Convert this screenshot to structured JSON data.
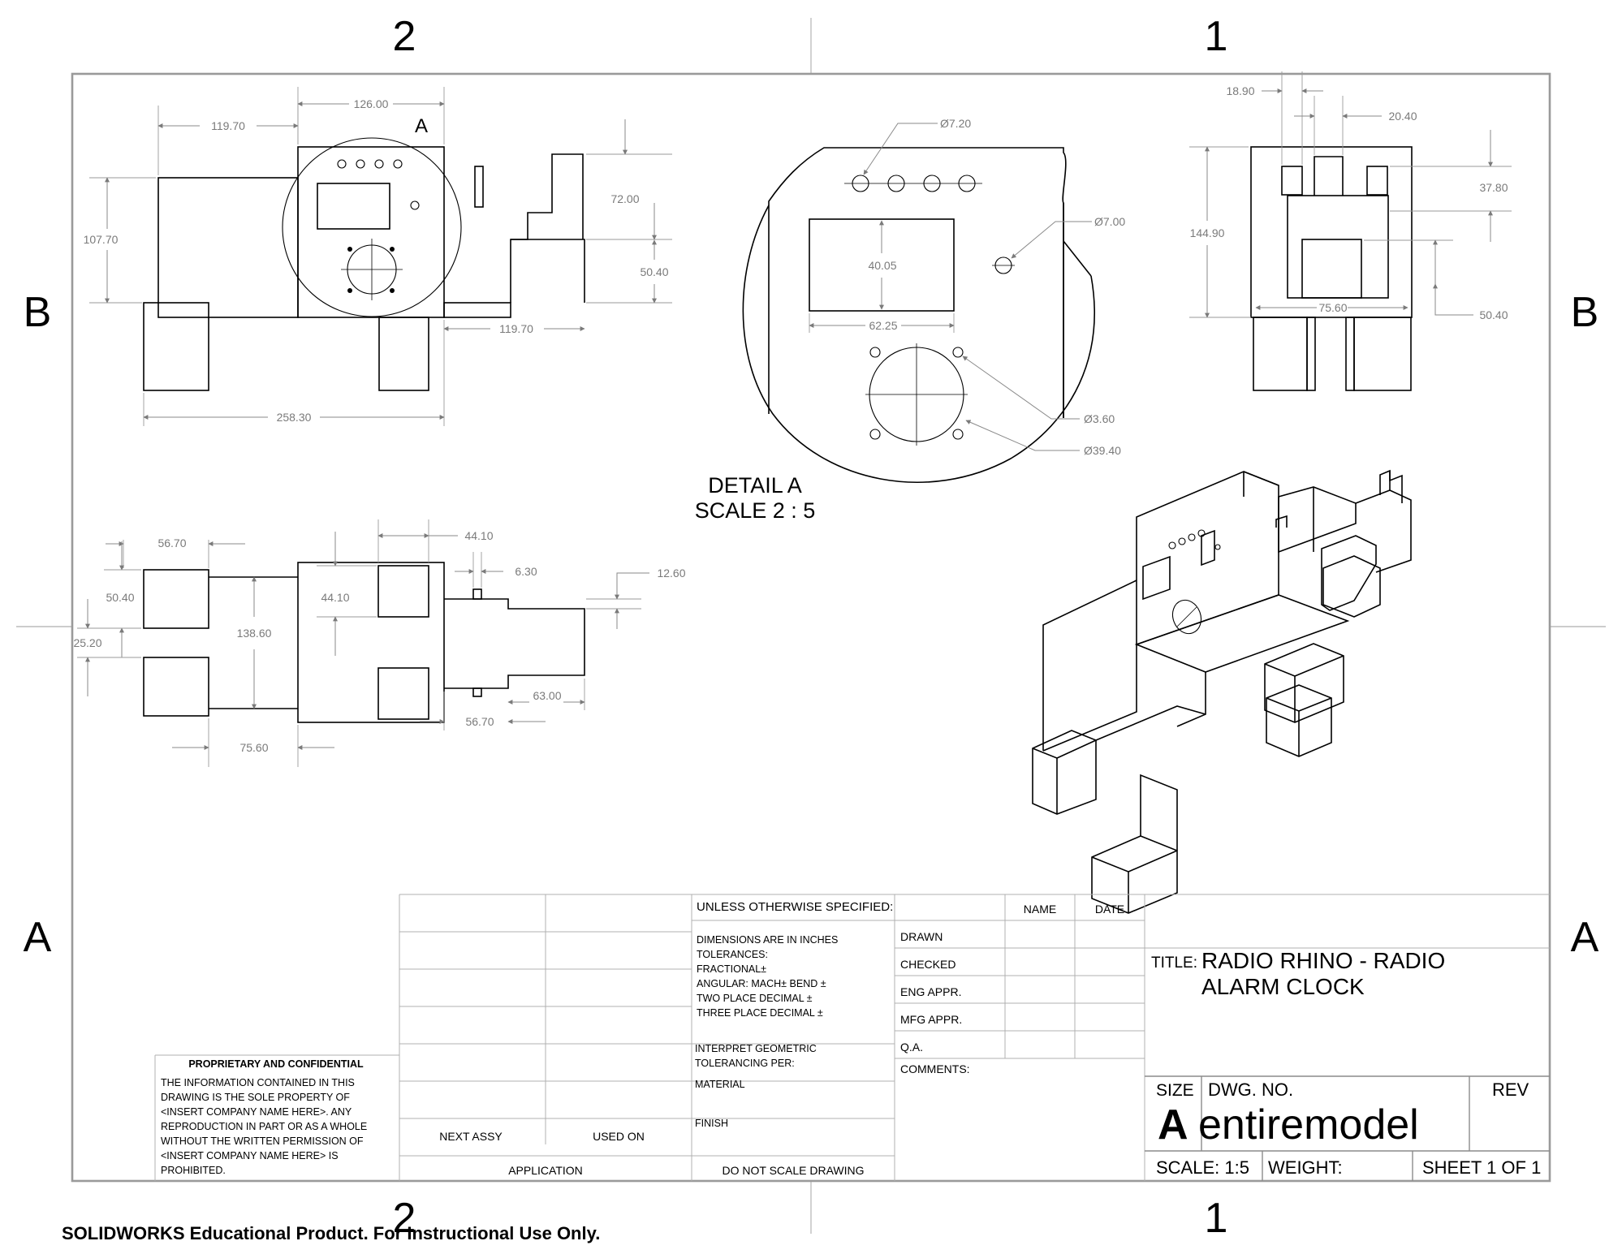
{
  "zones": {
    "top_left": "2",
    "top_right": "1",
    "bottom_left": "2",
    "bottom_right": "1",
    "left_upper": "B",
    "left_lower": "A",
    "right_upper": "B",
    "right_lower": "A"
  },
  "front_view": {
    "dims": [
      "126.00",
      "119.70",
      "107.70",
      "72.00",
      "50.40",
      "119.70",
      "258.30"
    ],
    "detail_callout": "A"
  },
  "top_view": {
    "dims": [
      "56.70",
      "44.10",
      "6.30",
      "12.60",
      "50.40",
      "138.60",
      "44.10",
      "25.20",
      "63.00",
      "75.60",
      "56.70"
    ]
  },
  "detail_view": {
    "dims": [
      "Ø7.20",
      "Ø7.00",
      "40.05",
      "62.25",
      "Ø3.60",
      "Ø39.40"
    ],
    "label": "DETAIL A",
    "scale": "SCALE 2 : 5"
  },
  "side_view": {
    "dims": [
      "18.90",
      "20.40",
      "37.80",
      "144.90",
      "75.60",
      "50.40"
    ]
  },
  "title_block": {
    "proprietary_title": "PROPRIETARY AND CONFIDENTIAL",
    "proprietary_lines": [
      "THE INFORMATION CONTAINED IN THIS",
      "DRAWING IS THE SOLE PROPERTY OF",
      "<INSERT COMPANY NAME HERE>.  ANY",
      "REPRODUCTION IN PART OR AS A WHOLE",
      "WITHOUT THE WRITTEN PERMISSION OF",
      "<INSERT COMPANY NAME HERE> IS",
      "PROHIBITED."
    ],
    "next_assy": "NEXT ASSY",
    "used_on": "USED ON",
    "application": "APPLICATION",
    "unless": "UNLESS OTHERWISE SPECIFIED:",
    "tolerance_lines": [
      "DIMENSIONS ARE IN INCHES",
      "TOLERANCES:",
      "FRACTIONAL±",
      "ANGULAR: MACH±    BEND ±",
      "TWO PLACE DECIMAL    ±",
      "THREE PLACE DECIMAL   ±"
    ],
    "interpret_lines": [
      "INTERPRET GEOMETRIC",
      "TOLERANCING PER:"
    ],
    "material": "MATERIAL",
    "finish": "FINISH",
    "do_not_scale": "DO NOT SCALE DRAWING",
    "name_header": "NAME",
    "date_header": "DATE",
    "rows": [
      "DRAWN",
      "CHECKED",
      "ENG APPR.",
      "MFG APPR.",
      "Q.A."
    ],
    "comments": "COMMENTS:",
    "title_label": "TITLE:",
    "title_line1": "RADIO RHINO - RADIO",
    "title_line2": "ALARM CLOCK",
    "size_label": "SIZE",
    "size_value": "A",
    "dwg_no_label": "DWG.  NO.",
    "dwg_no_value": "entiremodel",
    "rev_label": "REV",
    "scale": "SCALE: 1:5",
    "weight": "WEIGHT:",
    "sheet": "SHEET 1 OF 1"
  },
  "watermark": "SOLIDWORKS Educational Product. For Instructional Use Only."
}
